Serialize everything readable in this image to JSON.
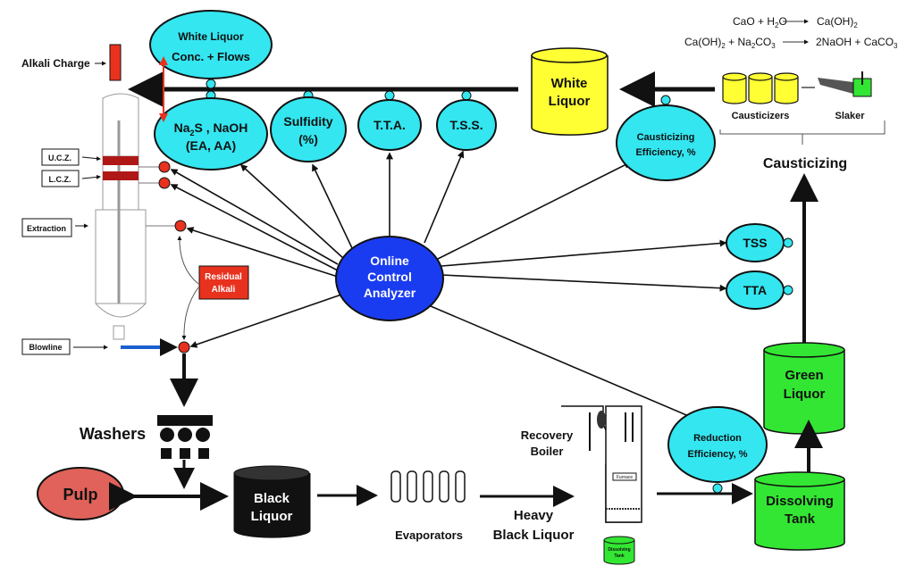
{
  "colors": {
    "cyan": "#33e6f0",
    "yellow": "#ffff33",
    "green": "#33e633",
    "red": "#e8321e",
    "blue": "#1a3cf0",
    "pulp": "#e0625a",
    "black": "#111111"
  },
  "digester": {
    "alkali_charge": "Alkali Charge",
    "ucz": "U.C.Z.",
    "lcz": "L.C.Z.",
    "extraction": "Extraction",
    "blowline": "Blowline",
    "residual": [
      "Residual",
      "Alkali"
    ]
  },
  "white_liquor_conc": [
    "White Liquor",
    "Conc. + Flows"
  ],
  "na2s": {
    "a": "Na",
    "sub": "2",
    "b": "S , NaOH",
    "line2": "(EA, AA)"
  },
  "sulfidity": [
    "Sulfidity",
    "(%)"
  ],
  "tta_top": "T.T.A.",
  "tss_top": "T.S.S.",
  "white_liquor": [
    "White",
    "Liquor"
  ],
  "caust_eff": [
    "Causticizing",
    "Efficiency, %"
  ],
  "reactions": {
    "r1": {
      "a": "CaO + H",
      "s1": "2",
      "b": "O",
      "c": "Ca(OH)",
      "s2": "2"
    },
    "r2": {
      "a": "Ca(OH)",
      "s1": "2",
      "b": " + Na",
      "s2": "2",
      "c": "CO",
      "s3": "3",
      "d": "2NaOH + CaCO",
      "s4": "3"
    }
  },
  "causticizers": "Causticizers",
  "slaker": "Slaker",
  "causticizing": "Causticizing",
  "tss": "TSS",
  "tta": "TTA",
  "green_liquor": [
    "Green",
    "Liquor"
  ],
  "dissolving_tank": [
    "Dissolving",
    "Tank"
  ],
  "reduction_eff": [
    "Reduction",
    "Efficiency, %"
  ],
  "analyzer": [
    "Online",
    "Control",
    "Analyzer"
  ],
  "washers": "Washers",
  "pulp": "Pulp",
  "black_liquor": [
    "Black",
    "Liquor"
  ],
  "evaporators": "Evaporators",
  "heavy_black_liquor": [
    "Heavy",
    "Black Liquor"
  ],
  "recovery_boiler": [
    "Recovery",
    "Boiler"
  ],
  "furnace": "Furnace",
  "small_dissolving_tank": [
    "Dissolving",
    "Tank"
  ]
}
